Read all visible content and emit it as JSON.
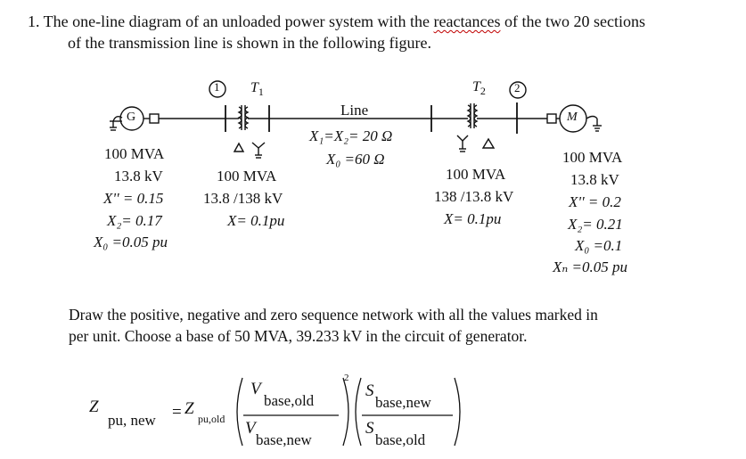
{
  "problem": {
    "line1": "1. The one-line diagram of an unloaded power system with the",
    "line1_spell": "reactances",
    "line1_end": "of the two 20 sections",
    "line2": "of the transmission line is shown in the following figure."
  },
  "diagram": {
    "bus1": "1",
    "bus2": "2",
    "t1_label": "T",
    "t1_sub": "1",
    "t2_label": "T",
    "t2_sub": "2",
    "gen_symbol": "G",
    "motor_symbol": "M",
    "line_title": "Line",
    "line_x12": "X₁=X₂= 20 Ω",
    "line_x0": "X₀ =60 Ω",
    "generator": [
      "100 MVA",
      "13.8 kV",
      "X'' = 0.15",
      "X₂= 0.17",
      "X₀ =0.05 pu"
    ],
    "t1": [
      "100 MVA",
      "13.8 /138 kV",
      "X= 0.1pu"
    ],
    "t2": [
      "100 MVA",
      "138 /13.8 kV",
      "X= 0.1pu"
    ],
    "motor": [
      "100 MVA",
      "13.8 kV",
      "X'' = 0.2",
      "X₂= 0.21",
      "X₀ =0.1",
      "Xₙ =0.05 pu"
    ]
  },
  "instruction": {
    "line1": "Draw the positive, negative and zero sequence network with all the values marked in",
    "line2_a": "per unit. Choose a base of 50 MVA,",
    "line2_b": "39.233 kV in the circuit of generator."
  },
  "formula": {
    "z_new": "Z",
    "z_new_sub": "pu, new",
    "equals": "=",
    "z_old": "Z",
    "z_old_sub": "pu,old",
    "v_num": "V",
    "v_num_sub": "base,old",
    "v_den": "V",
    "v_den_sub": "base,new",
    "exponent": "2",
    "s_num": "S",
    "s_num_sub": "base,new",
    "s_den": "S",
    "s_den_sub": "base,old"
  }
}
